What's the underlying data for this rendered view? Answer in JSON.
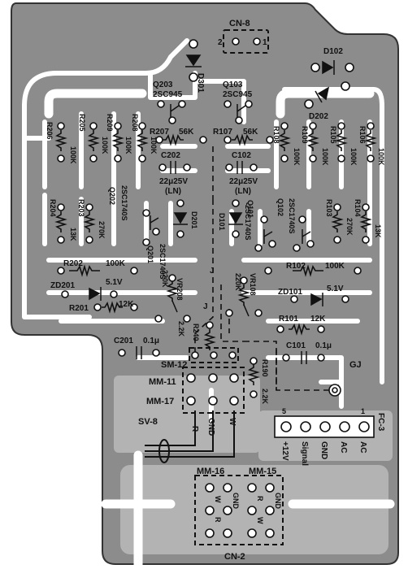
{
  "connectors": {
    "cn8": "CN-8",
    "cn8_pin2": "2",
    "cn8_pin1": "1",
    "cn2": "CN-2",
    "fc3": "FC-3",
    "fc3_pin5": "5",
    "fc3_pin1": "1",
    "fc3_pins": [
      "+12V",
      "Signal",
      "GND",
      "AC",
      "AC"
    ],
    "sv8": "SV-8",
    "sv8_wires": [
      "R",
      "GND",
      "W"
    ],
    "gj": "GJ",
    "sm12": "SM-12",
    "mm11": "MM-11",
    "mm17": "MM-17",
    "mm16": "MM-16",
    "mm15": "MM-15",
    "mm16_pins": [
      "W",
      "GND",
      "R"
    ],
    "mm15_pins": [
      "R",
      "GND",
      "W"
    ]
  },
  "components": {
    "d301": "D301",
    "d102": "D102",
    "d202": "D202",
    "q203": "Q203",
    "q203_type": "2SC945",
    "q103": "Q103",
    "q103_type": "2SC945",
    "r207": "R207",
    "r207_val": "56K",
    "r107": "R107",
    "r107_val": "56K",
    "c202": "C202",
    "c202_val": "22μ25V",
    "c202_note": "(LN)",
    "c102": "C102",
    "c102_val": "22μ25V",
    "c102_note": "(LN)",
    "r206": "R206",
    "r206_val": "100K",
    "r205": "R205",
    "r205_val": "100K",
    "r209": "R209",
    "r209_val": "100K",
    "r208": "R208",
    "r208_val": "100K",
    "r108": "R108",
    "r108_val": "100K",
    "r109": "R109",
    "r109_val": "100K",
    "r105": "R105",
    "r105_val": "100K",
    "r106": "R106",
    "r106_val": "100K",
    "r204": "R204",
    "r204_val": "13K",
    "r203": "R203",
    "r203_val": "270K",
    "q202": "Q202",
    "q202_type": "2SC1740S",
    "d201": "D201",
    "d101": "D101",
    "q201": "Q201",
    "q201_type": "2SC1740S",
    "q101": "Q101",
    "q101_type": "2SC1740S",
    "q102": "Q102",
    "q102_type": "2SC1740S",
    "r103": "R103",
    "r103_val": "270K",
    "r104": "R104",
    "r104_val": "13K",
    "r202": "R202",
    "r202_val": "100K",
    "r102": "R102",
    "r102_val": "100K",
    "vr208": "VR208",
    "vr208_val": "220K",
    "vr108": "VR108",
    "vr108_val": "220K",
    "zd201": "ZD201",
    "zd201_val": "5.1V",
    "zd101": "ZD101",
    "zd101_val": "5.1V",
    "r201": "R201",
    "r201_val": "12K",
    "r101": "R101",
    "r101_val": "12K",
    "r240": "R240",
    "r240_val": "2.2K",
    "r190": "R190",
    "r190_val": "2.2K",
    "c201": "C201",
    "c201_val": "0.1μ",
    "c101": "C101",
    "c101_val": "0.1μ",
    "jumper": "J"
  }
}
